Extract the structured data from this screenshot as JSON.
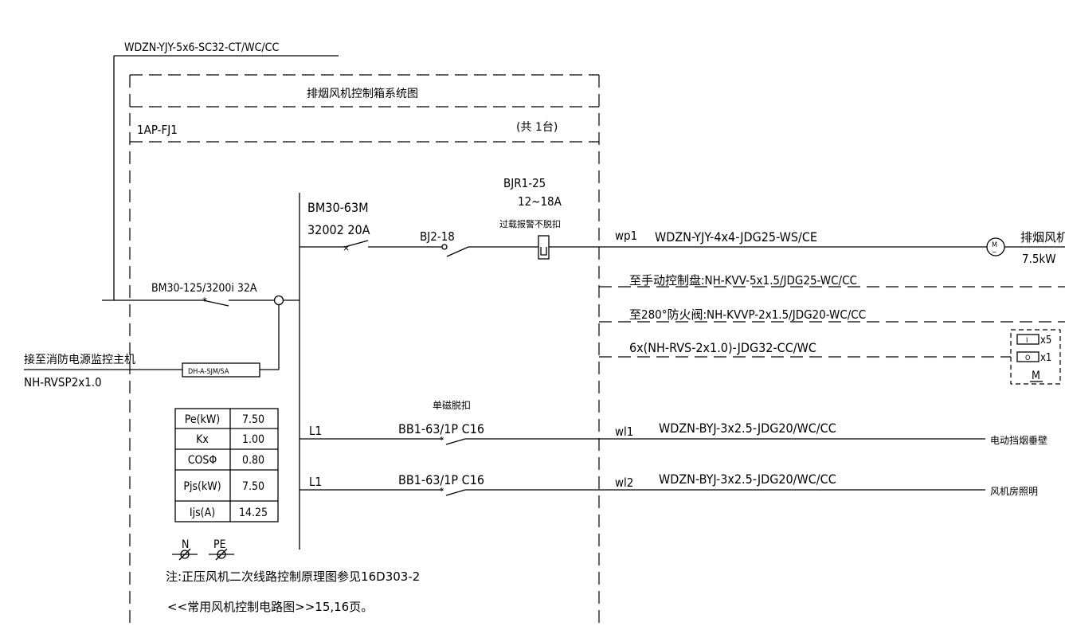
{
  "labels": {
    "incoming_cable_top": "WDZN-YJY-5x6-SC32-CT/WC/CC",
    "box_title": "排烟风机控制箱系统图",
    "box_id": "1AP-FJ1",
    "box_count": "(共   1台)",
    "main_breaker": "BM30-125/3200i 32A",
    "monitor_to": "接至消防电源监控主机",
    "monitor_cable": "NH-RVSP2x1.0",
    "monitor_module": "DH-A-SJM/SA",
    "branch_breaker_1": "BM30-63M",
    "branch_breaker_2": "32002 20A",
    "contactor": "BJ2-18",
    "relay_1": "BJR1-25",
    "relay_2": "12~18A",
    "relay_note": "过载报警不脱扣",
    "circuit_wp1": "wp1",
    "cable_wp1": "WDZN-YJY-4x4-JDG25-WS/CE",
    "fan_name": "排烟风机",
    "fan_power": "7.5kW",
    "motor_symbol": "M",
    "ctrl_line_1": "至手动控制盘:NH-KVV-5x1.5/JDG25-WC/CC",
    "ctrl_line_2": "至280°防火阀:NH-KVVP-2x1.5/JDG20-WC/CC",
    "ctrl_line_3": "6x(NH-RVS-2x1.0)-JDG32-CC/WC",
    "module_x5": "x5",
    "module_x1": "x1",
    "module_i": "I",
    "module_o": "O",
    "module_m": "M",
    "shunt_note": "单磁脱扣",
    "l1_a": "L1",
    "breaker_wl1": "BB1-63/1P C16",
    "circuit_wl1": "wl1",
    "cable_wl1": "WDZN-BYJ-3x2.5-JDG20/WC/CC",
    "load_wl1": "电动挡烟垂壁",
    "l1_b": "L1",
    "breaker_wl2": "BB1-63/1P C16",
    "circuit_wl2": "wl2",
    "cable_wl2": "WDZN-BYJ-3x2.5-JDG20/WC/CC",
    "load_wl2": "风机房照明",
    "bus_n": "N",
    "bus_pe": "PE",
    "note_1": "注:正压风机二次线路控制原理图参见16D303-2",
    "note_2": "<<常用风机控制电路图>>15,16页。"
  },
  "load_table": [
    {
      "param": "Pe(kW)",
      "value": "7.50"
    },
    {
      "param": "Kx",
      "value": "1.00"
    },
    {
      "param": "COSΦ",
      "value": "0.80"
    },
    {
      "param": "Pjs(kW)",
      "value": "7.50"
    },
    {
      "param": "Ijs(A)",
      "value": "14.25"
    }
  ]
}
